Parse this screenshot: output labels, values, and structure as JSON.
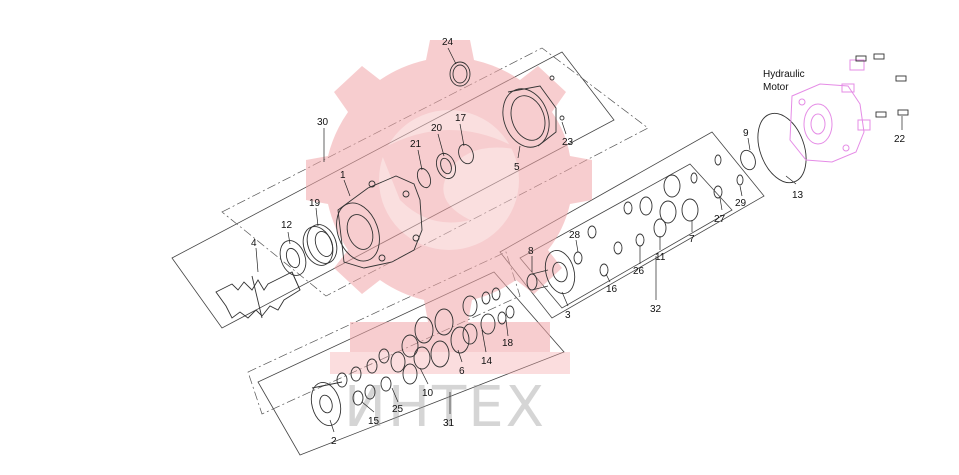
{
  "diagram": {
    "callouts": [
      {
        "id": "24",
        "label": "24"
      },
      {
        "id": "30",
        "label": "30"
      },
      {
        "id": "20",
        "label": "20"
      },
      {
        "id": "17",
        "label": "17"
      },
      {
        "id": "21",
        "label": "21"
      },
      {
        "id": "5",
        "label": "5"
      },
      {
        "id": "23",
        "label": "23"
      },
      {
        "id": "1",
        "label": "1"
      },
      {
        "id": "12",
        "label": "12"
      },
      {
        "id": "19",
        "label": "19"
      },
      {
        "id": "4",
        "label": "4"
      },
      {
        "id": "8",
        "label": "8"
      },
      {
        "id": "28",
        "label": "28"
      },
      {
        "id": "3",
        "label": "3"
      },
      {
        "id": "16",
        "label": "16"
      },
      {
        "id": "26",
        "label": "26"
      },
      {
        "id": "11",
        "label": "11"
      },
      {
        "id": "32",
        "label": "32"
      },
      {
        "id": "7",
        "label": "7"
      },
      {
        "id": "27",
        "label": "27"
      },
      {
        "id": "29",
        "label": "29"
      },
      {
        "id": "9",
        "label": "9"
      },
      {
        "id": "13",
        "label": "13"
      },
      {
        "id": "22",
        "label": "22"
      },
      {
        "id": "18",
        "label": "18"
      },
      {
        "id": "14",
        "label": "14"
      },
      {
        "id": "6",
        "label": "6"
      },
      {
        "id": "10",
        "label": "10"
      },
      {
        "id": "25",
        "label": "25"
      },
      {
        "id": "15",
        "label": "15"
      },
      {
        "id": "31",
        "label": "31"
      },
      {
        "id": "2",
        "label": "2"
      }
    ],
    "motor_caption_line1": "Hydraulic",
    "motor_caption_line2": "Motor"
  },
  "watermark": {
    "text": "ИНТЕХ",
    "logo_icon": "gear-logo-icon",
    "color": "#f2a6a8"
  },
  "colors": {
    "motor": "#e58ce6",
    "line": "#333333"
  }
}
